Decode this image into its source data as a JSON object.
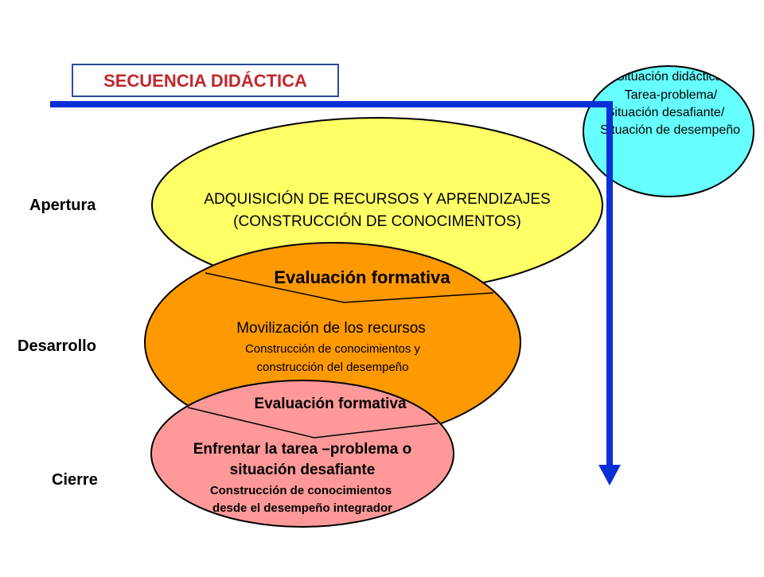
{
  "title": "SECUENCIA DIDÁCTICA",
  "colors": {
    "title_text": "#c0282d",
    "title_border": "#2e4a9a",
    "arrow": "#0a2fd6",
    "yellow": "#ffff66",
    "orange": "#ff9900",
    "pink": "#ff9999",
    "cyan": "#66ffff",
    "outline": "#000000"
  },
  "stages": {
    "apertura": "Apertura",
    "desarrollo": "Desarrollo",
    "cierre": "Cierre"
  },
  "situacion": {
    "line1": "Situación didáctica/",
    "line2": "Tarea-problema/",
    "line3": "Situación desafiante/",
    "line4": "Situación de desempeño"
  },
  "adquisicion": {
    "line1": "ADQUISICIÓN DE RECURSOS   Y APRENDIZAJES",
    "line2": "(CONSTRUCCIÓN DE CONOCIMENTOS)"
  },
  "evaluacion_1": "Evaluación formativa",
  "movilizacion": {
    "title": "Movilización de los recursos",
    "line1": "Construcción  de conocimientos y",
    "line2": "construcción  del desempeño"
  },
  "evaluacion_2": "Evaluación formativa",
  "enfrentar": {
    "line1": "Enfrentar la tarea –problema o",
    "line2": "situación desafiante",
    "line3": "Construcción de conocimientos",
    "line4": "desde el desempeño integrador"
  }
}
